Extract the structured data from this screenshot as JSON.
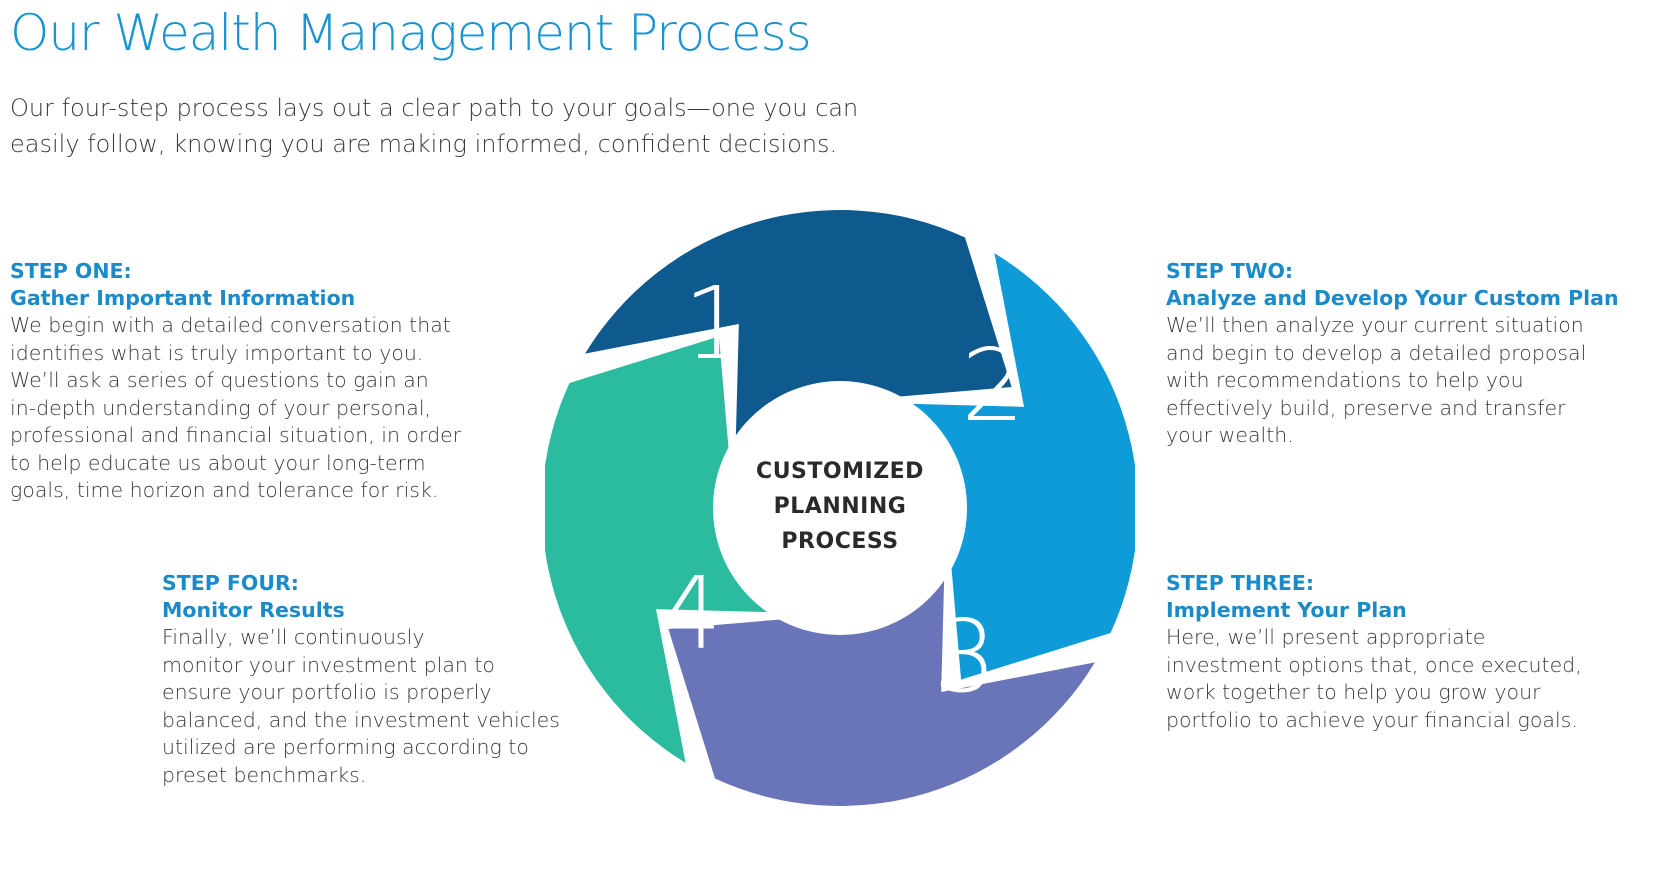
{
  "header": {
    "title": "Our Wealth Management Process",
    "intro": "Our four-step process lays out a clear path to your goals—one you can easily follow, knowing you are making informed, confident decisions."
  },
  "diagram": {
    "center_lines": [
      "CUSTOMIZED",
      "PLANNING",
      "PROCESS"
    ],
    "segments": [
      {
        "number": "1",
        "color": "#0e5a8f"
      },
      {
        "number": "2",
        "color": "#0f9bd8"
      },
      {
        "number": "3",
        "color": "#6a74b8"
      },
      {
        "number": "4",
        "color": "#2bbb9e"
      }
    ]
  },
  "steps": {
    "one": {
      "label": "STEP ONE:",
      "title": "Gather Important Information",
      "body": "We begin with a detailed conversation that\nidentifies what is truly important to you.\nWe’ll ask a series of questions to gain an\nin-depth understanding of your personal,\nprofessional and financial situation, in order\nto help educate us about your long-term\ngoals, time horizon and tolerance for risk."
    },
    "two": {
      "label": "STEP TWO:",
      "title": "Analyze and Develop Your Custom Plan",
      "body": "We’ll then analyze your current situation\nand begin to develop a detailed proposal\nwith recommendations to help you\neffectively build, preserve and transfer\nyour wealth."
    },
    "three": {
      "label": "STEP THREE:",
      "title": "Implement Your Plan",
      "body": "Here, we’ll present appropriate\ninvestment options that, once executed,\nwork together to help you grow your\nportfolio to achieve your financial goals."
    },
    "four": {
      "label": "STEP FOUR:",
      "title": "Monitor Results",
      "body": "Finally, we’ll continuously\nmonitor your investment plan to\nensure your portfolio is properly\nbalanced, and the investment vehicles\nutilized are performing according to\npreset benchmarks."
    }
  }
}
